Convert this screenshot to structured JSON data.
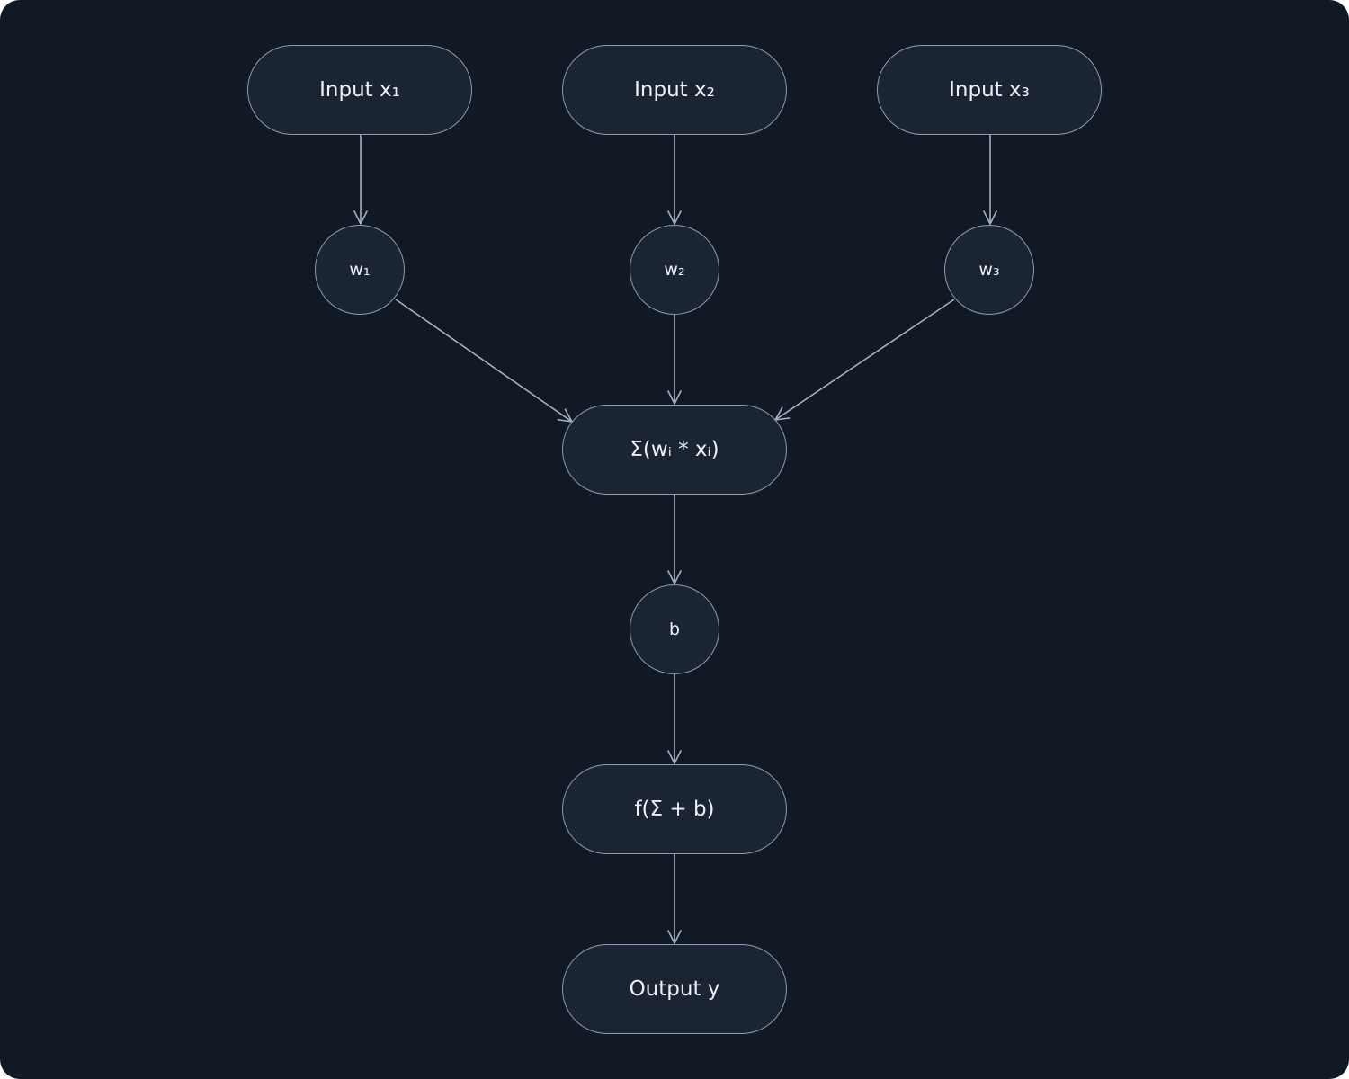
{
  "diagram": {
    "nodes": {
      "input_x1": "Input x₁",
      "input_x2": "Input x₂",
      "input_x3": "Input x₃",
      "weight_w1": "w₁",
      "weight_w2": "w₂",
      "weight_w3": "w₃",
      "weighted_sum": "Σ(wᵢ * xᵢ)",
      "bias": "b",
      "activation": "f(Σ + b)",
      "output": "Output y"
    },
    "edges": [
      [
        "input_x1",
        "weight_w1"
      ],
      [
        "input_x2",
        "weight_w2"
      ],
      [
        "input_x3",
        "weight_w3"
      ],
      [
        "weight_w1",
        "weighted_sum"
      ],
      [
        "weight_w2",
        "weighted_sum"
      ],
      [
        "weight_w3",
        "weighted_sum"
      ],
      [
        "weighted_sum",
        "bias"
      ],
      [
        "bias",
        "activation"
      ],
      [
        "activation",
        "output"
      ]
    ]
  },
  "colors": {
    "background": "#111925",
    "node_fill": "#1b2432",
    "stroke": "#8f9ab0",
    "text": "#eef1f6"
  }
}
